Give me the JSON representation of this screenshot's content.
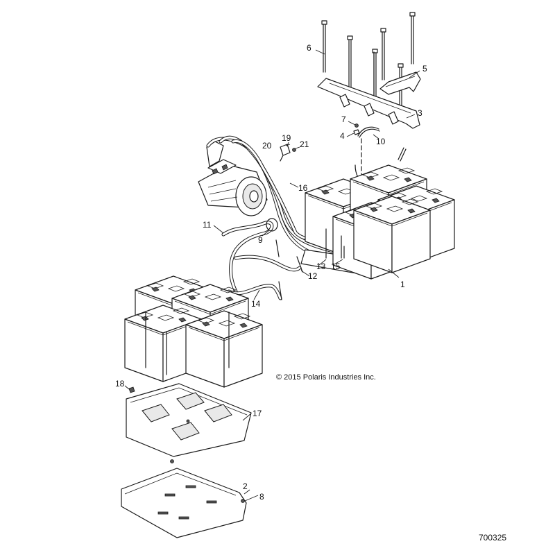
{
  "copyright": "© 2015 Polaris Industries Inc.",
  "document_number": "700325",
  "callouts": {
    "c1": "1",
    "c2": "2",
    "c3": "3",
    "c4": "4",
    "c5": "5",
    "c6": "6",
    "c7": "7",
    "c8": "8",
    "c9": "9",
    "c10": "10",
    "c11": "11",
    "c12": "12",
    "c13": "13",
    "c14": "14",
    "c15": "15",
    "c16": "16",
    "c17": "17",
    "c18": "18",
    "c19": "19",
    "c20": "20",
    "c21": "21"
  }
}
